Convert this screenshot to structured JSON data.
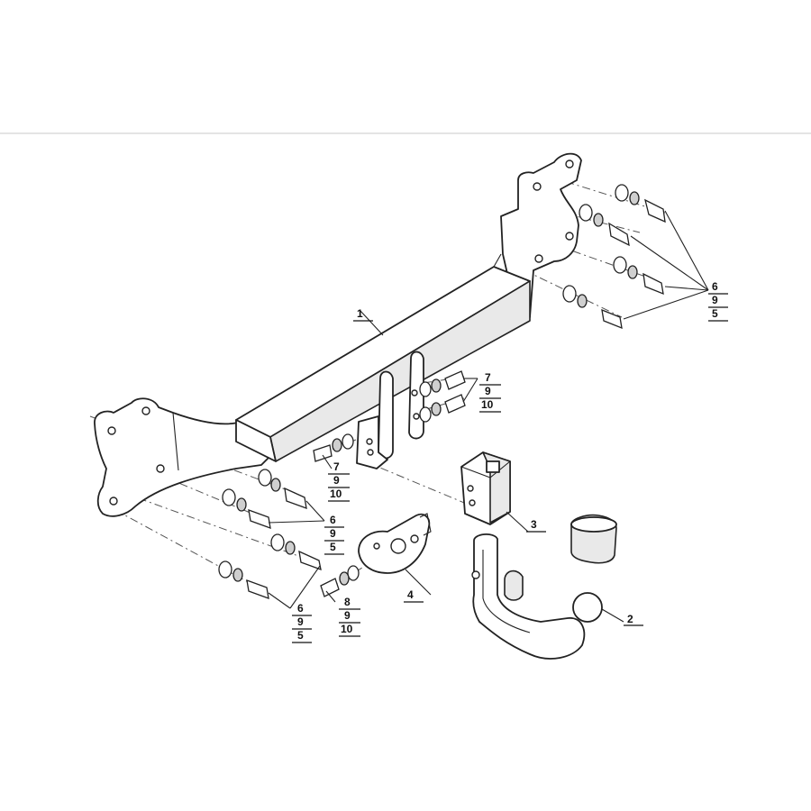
{
  "diagram": {
    "labels": {
      "crossbar": "1",
      "towball": "2",
      "socket_bracket": "3",
      "socket_plate": "4"
    },
    "stacks": {
      "right_bracket": [
        "6",
        "9",
        "5"
      ],
      "center_upper": [
        "7",
        "9",
        "10"
      ],
      "center_lower": [
        "7",
        "9",
        "10"
      ],
      "left_upper": [
        "6",
        "9",
        "5"
      ],
      "left_lower": [
        "6",
        "9",
        "5"
      ],
      "plate_bolts": [
        "8",
        "9",
        "10"
      ]
    }
  }
}
